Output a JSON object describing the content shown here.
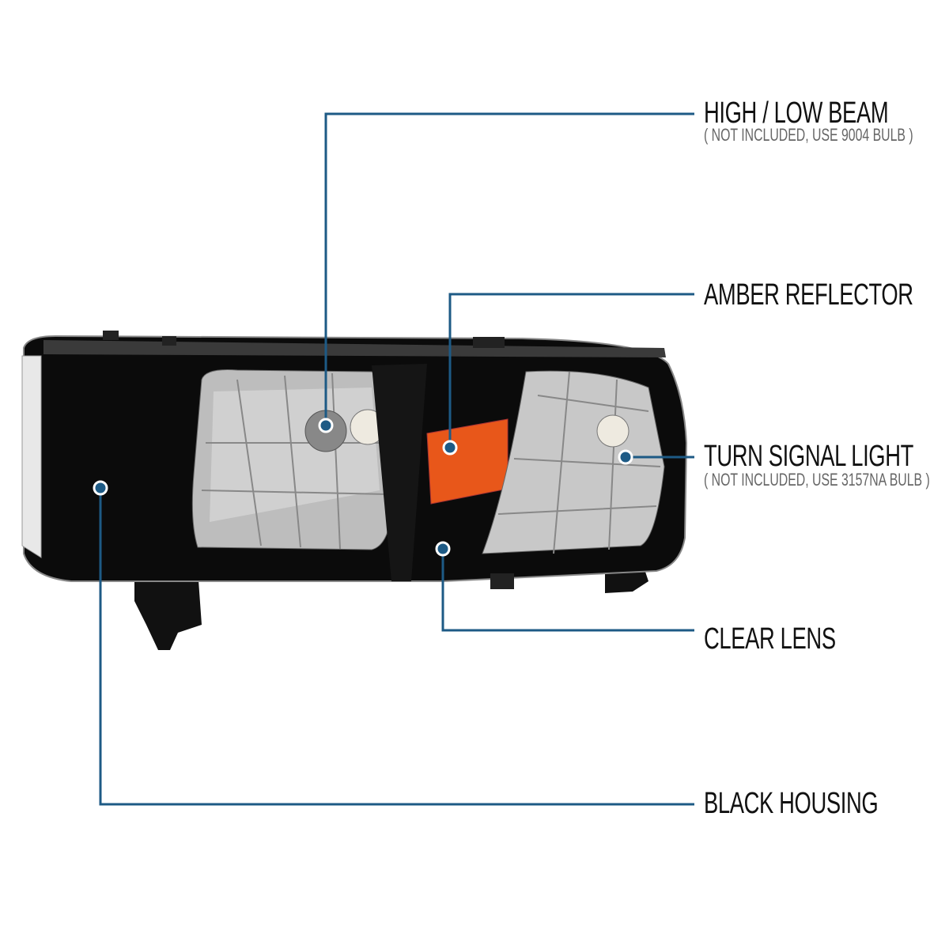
{
  "colors": {
    "callout_line": "#1d5a85",
    "dot": "#1d5a85",
    "amber": "#e8571a",
    "housing": "#0b0b0b"
  },
  "callouts": [
    {
      "title": "HIGH / LOW BEAM",
      "note": "( NOT INCLUDED, USE  9004  BULB )"
    },
    {
      "title": "AMBER REFLECTOR"
    },
    {
      "title": "TURN SIGNAL LIGHT",
      "note": "( NOT INCLUDED, USE  3157NA  BULB )"
    },
    {
      "title": "CLEAR LENS"
    },
    {
      "title": "BLACK HOUSING"
    }
  ]
}
